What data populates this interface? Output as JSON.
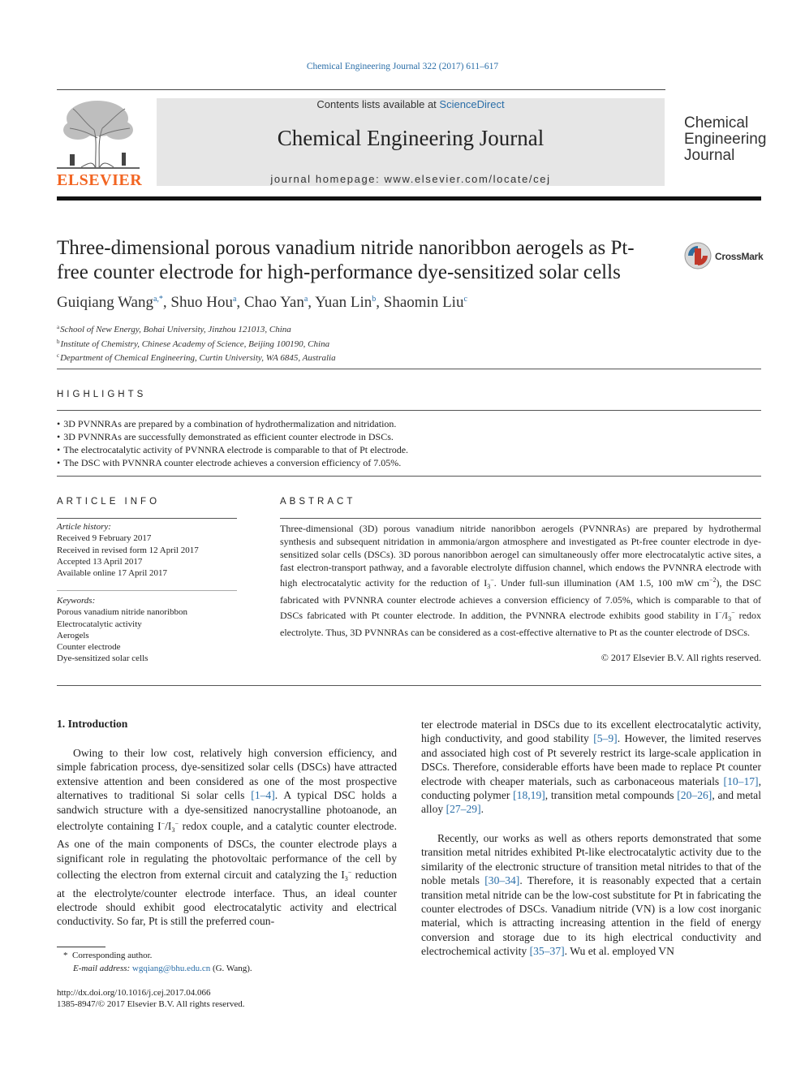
{
  "header": {
    "citation": "Chemical Engineering Journal 322 (2017) 611–617",
    "contents_prefix": "Contents lists available at ",
    "contents_link": "ScienceDirect",
    "journal_title": "Chemical Engineering Journal",
    "homepage": "journal homepage: www.elsevier.com/locate/cej",
    "publisher_logo": "ELSEVIER",
    "cover_title": [
      "Chemical",
      "Engineering",
      "Journal"
    ]
  },
  "article": {
    "title_line1": "Three-dimensional porous vanadium nitride nanoribbon aerogels as Pt-",
    "title_line2": "free counter electrode for high-performance dye-sensitized solar cells",
    "crossmark": "CrossMark",
    "authors": [
      {
        "name": "Guiqiang Wang",
        "aff": "a,*"
      },
      {
        "name": "Shuo Hou",
        "aff": "a"
      },
      {
        "name": "Chao Yan",
        "aff": "a"
      },
      {
        "name": "Yuan Lin",
        "aff": "b"
      },
      {
        "name": "Shaomin Liu",
        "aff": "c"
      }
    ],
    "affiliations": [
      {
        "key": "a",
        "text": "School of New Energy, Bohai University, Jinzhou 121013, China"
      },
      {
        "key": "b",
        "text": "Institute of Chemistry, Chinese Academy of Science, Beijing 100190, China"
      },
      {
        "key": "c",
        "text": "Department of Chemical Engineering, Curtin University, WA 6845, Australia"
      }
    ]
  },
  "highlights": {
    "heading": "HIGHLIGHTS",
    "items": [
      "3D PVNNRAs are prepared by a combination of hydrothermalization and nitridation.",
      "3D PVNNRAs are successfully demonstrated as efficient counter electrode in DSCs.",
      "The electrocatalytic activity of PVNNRA electrode is comparable to that of Pt electrode.",
      "The DSC with PVNNRA counter electrode achieves a conversion efficiency of 7.05%."
    ]
  },
  "article_info": {
    "heading": "ARTICLE INFO",
    "history_label": "Article history:",
    "history": [
      "Received 9 February 2017",
      "Received in revised form 12 April 2017",
      "Accepted 13 April 2017",
      "Available online 17 April 2017"
    ],
    "keywords_label": "Keywords:",
    "keywords": [
      "Porous vanadium nitride nanoribbon",
      "Electrocatalytic activity",
      "Aerogels",
      "Counter electrode",
      "Dye-sensitized solar cells"
    ]
  },
  "abstract": {
    "heading": "ABSTRACT",
    "p1": "Three-dimensional (3D) porous vanadium nitride nanoribbon aerogels (PVNNRAs) are prepared by hydrothermal synthesis and subsequent nitridation in ammonia/argon atmosphere and investigated as Pt-free counter electrode in dye-sensitized solar cells (DSCs). 3D porous nanoribbon aerogel can simultaneously offer more electrocatalytic active sites, a fast electron-transport pathway, and a favorable electrolyte diffusion channel, which endows the PVNNRA electrode with high electrocatalytic activity for the reduction of I",
    "p2": ". Under full-sun illumination (AM 1.5, 100 mW cm",
    "p3": "), the DSC fabricated with PVNNRA counter electrode achieves a conversion efficiency of 7.05%, which is comparable to that of DSCs fabricated with Pt counter electrode. In addition, the PVNNRA electrode exhibits good stability in I",
    "p4": " redox electrolyte. Thus, 3D PVNNRAs can be considered as a cost-effective alternative to Pt as the counter electrode of DSCs.",
    "copyright": "© 2017 Elsevier B.V. All rights reserved."
  },
  "intro": {
    "heading": "1. Introduction",
    "left_a": "Owing to their low cost, relatively high conversion efficiency, and simple fabrication process, dye-sensitized solar cells (DSCs) have attracted extensive attention and been considered as one of the most prospective alternatives to traditional Si solar cells ",
    "ref1": "[1–4]",
    "left_b": ". A typical DSC holds a sandwich structure with a dye-sensitized nanocrystalline photoanode, an electrolyte containing I",
    "left_c": " redox couple, and a catalytic counter electrode. As one of the main components of DSCs, the counter electrode plays a significant role in regulating the photovoltaic performance of the cell by collecting the electron from external circuit and catalyzing the I",
    "left_d": " reduction at the electrolyte/counter electrode interface. Thus, an ideal counter electrode should exhibit good electrocatalytic activity and electrical conductivity. So far, Pt is still the preferred coun-",
    "right_a": "ter electrode material in DSCs due to its excellent electrocatalytic activity, high conductivity, and good stability ",
    "ref2": "[5–9]",
    "right_b": ". However, the limited reserves and associated high cost of Pt severely restrict its large-scale application in DSCs. Therefore, considerable efforts have been made to replace Pt counter electrode with cheaper materials, such as carbonaceous materials ",
    "ref3": "[10–17]",
    "right_c": ", conducting polymer ",
    "ref4": "[18,19]",
    "right_d": ", transition metal compounds ",
    "ref5": "[20–26]",
    "right_e": ", and metal alloy ",
    "ref6": "[27–29]",
    "right_f": ".",
    "right2_a": "Recently, our works as well as others reports demonstrated that some transition metal nitrides exhibited Pt-like electrocatalytic activity due to the similarity of the electronic structure of transition metal nitrides to that of the noble metals ",
    "ref7": "[30–34]",
    "right2_b": ". Therefore, it is reasonably expected that a certain transition metal nitride can be the low-cost substitute for Pt in fabricating the counter electrodes of DSCs. Vanadium nitride (VN) is a low cost inorganic material, which is attracting increasing attention in the field of energy conversion and storage due to its high electrical conductivity and electrochemical activity ",
    "ref8": "[35–37]",
    "right2_c": ". Wu et al. employed VN"
  },
  "footnotes": {
    "corresponding": "Corresponding author.",
    "email_label": "E-mail address:",
    "email": "wgqiang@bhu.edu.cn",
    "email_name": "(G. Wang).",
    "doi": "http://dx.doi.org/10.1016/j.cej.2017.04.066",
    "issn": "1385-8947/© 2017 Elsevier B.V. All rights reserved."
  }
}
